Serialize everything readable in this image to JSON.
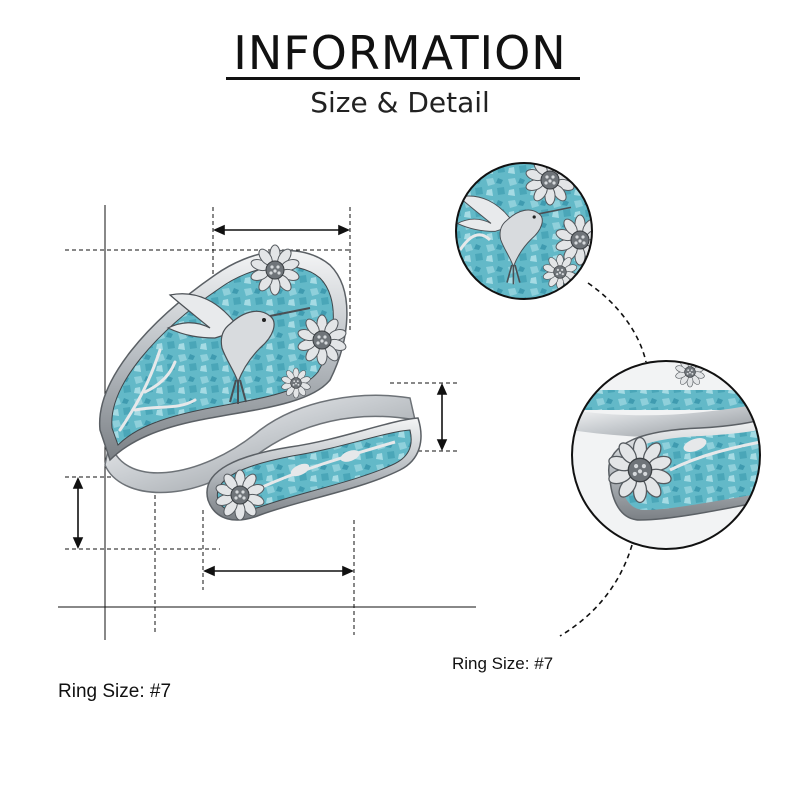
{
  "header": {
    "title": "INFORMATION",
    "subtitle": "Size & Detail"
  },
  "labels": {
    "ring_size_left": "Ring Size: #7",
    "ring_size_right": "Ring Size: #7"
  },
  "colors": {
    "turquoise": "#63b9c8",
    "turquoise_dark": "#2f8fa3",
    "silver": "#d9dcdf",
    "silver_dark": "#6d7277",
    "line": "#111111"
  }
}
